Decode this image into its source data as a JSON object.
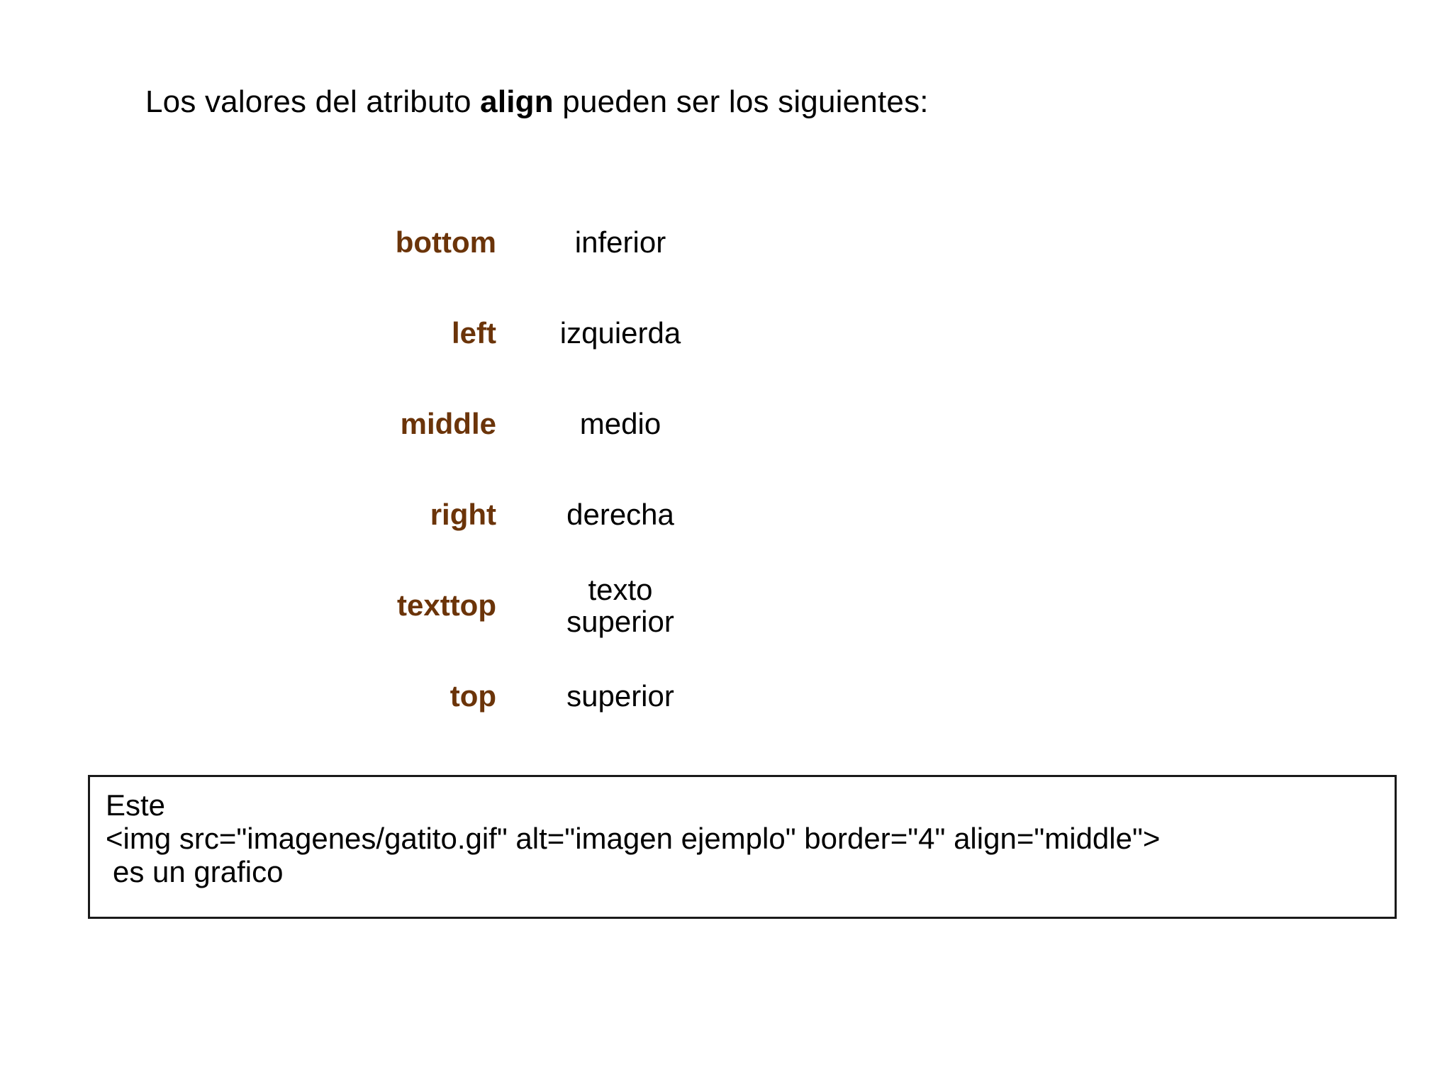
{
  "heading": {
    "before": "Los valores del atributo ",
    "term": "align",
    "after": " pueden ser los siguientes:"
  },
  "colors": {
    "keyword": "#6b3409",
    "text": "#000000",
    "background": "#ffffff",
    "box_border": "#1a1a1a"
  },
  "align_values": [
    {
      "keyword": "bottom",
      "spanish_line1": "inferior",
      "spanish_line2": ""
    },
    {
      "keyword": "left",
      "spanish_line1": "izquierda",
      "spanish_line2": ""
    },
    {
      "keyword": "middle",
      "spanish_line1": "medio",
      "spanish_line2": ""
    },
    {
      "keyword": "right",
      "spanish_line1": "derecha",
      "spanish_line2": ""
    },
    {
      "keyword": "texttop",
      "spanish_line1": "texto",
      "spanish_line2": "superior"
    },
    {
      "keyword": "top",
      "spanish_line1": "superior",
      "spanish_line2": ""
    }
  ],
  "code_example": {
    "line1": "Este",
    "line2": "<img src=\"imagenes/gatito.gif\" alt=\"imagen ejemplo\" border=\"4\" align=\"middle\">",
    "line3": " es un grafico"
  }
}
